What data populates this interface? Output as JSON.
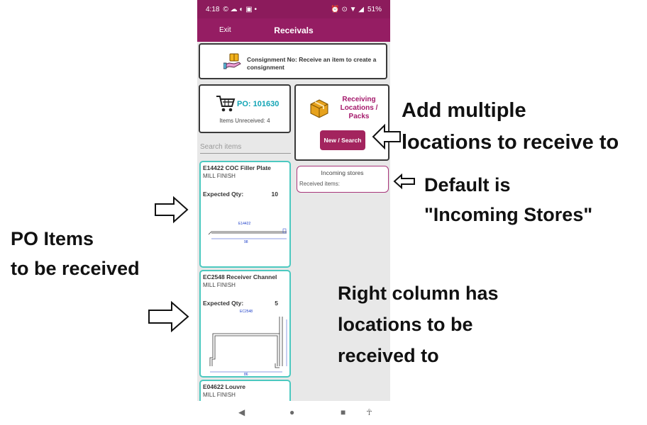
{
  "status_bar": {
    "time": "4:18",
    "battery": "51%",
    "left_icons": "© ☁ ◐ ▣ •",
    "right_icons": "⏰ ⊙ ▼ ◢"
  },
  "app_bar": {
    "exit_label": "Exit",
    "title": "Receivals"
  },
  "consignment": {
    "text": "Consignment No: Receive an item to create a consignment"
  },
  "po": {
    "label": "PO: 101630",
    "items_unreceived": "Items Unreceived: 4"
  },
  "locations": {
    "title": "Receiving Locations / Packs",
    "button": "New / Search"
  },
  "search": {
    "placeholder": "Search items"
  },
  "items": [
    {
      "name": "E14422 COC Filler Plate",
      "finish": "MILL FINISH",
      "expected_label": "Expected Qty:",
      "qty": "10",
      "drawing_code": "E14422",
      "dim": "98"
    },
    {
      "name": "EC2548 Receiver Channel",
      "finish": "MILL FINISH",
      "expected_label": "Expected Qty:",
      "qty": "5",
      "drawing_code": "EC2548",
      "dim": "86"
    },
    {
      "name": "E04622 Louvre",
      "finish": "MILL FINISH"
    }
  ],
  "incoming_store": {
    "title": "Incoming stores",
    "received": "Received items:"
  },
  "nav": {
    "back": "◀",
    "home": "●",
    "recent": "■",
    "access": "☥"
  },
  "annotations": {
    "multiple_locations": [
      "Add multiple",
      "locations to receive to"
    ],
    "default": [
      "Default is",
      "\"Incoming Stores\""
    ],
    "po_items": [
      "PO Items",
      "to be received"
    ],
    "right_column": [
      "Right column has",
      "locations to be",
      "received to"
    ]
  },
  "colors": {
    "header": "#951d63",
    "accent_teal": "#12a4b5",
    "location_title": "#a51a6c",
    "card_border": "#4cc9c0"
  }
}
